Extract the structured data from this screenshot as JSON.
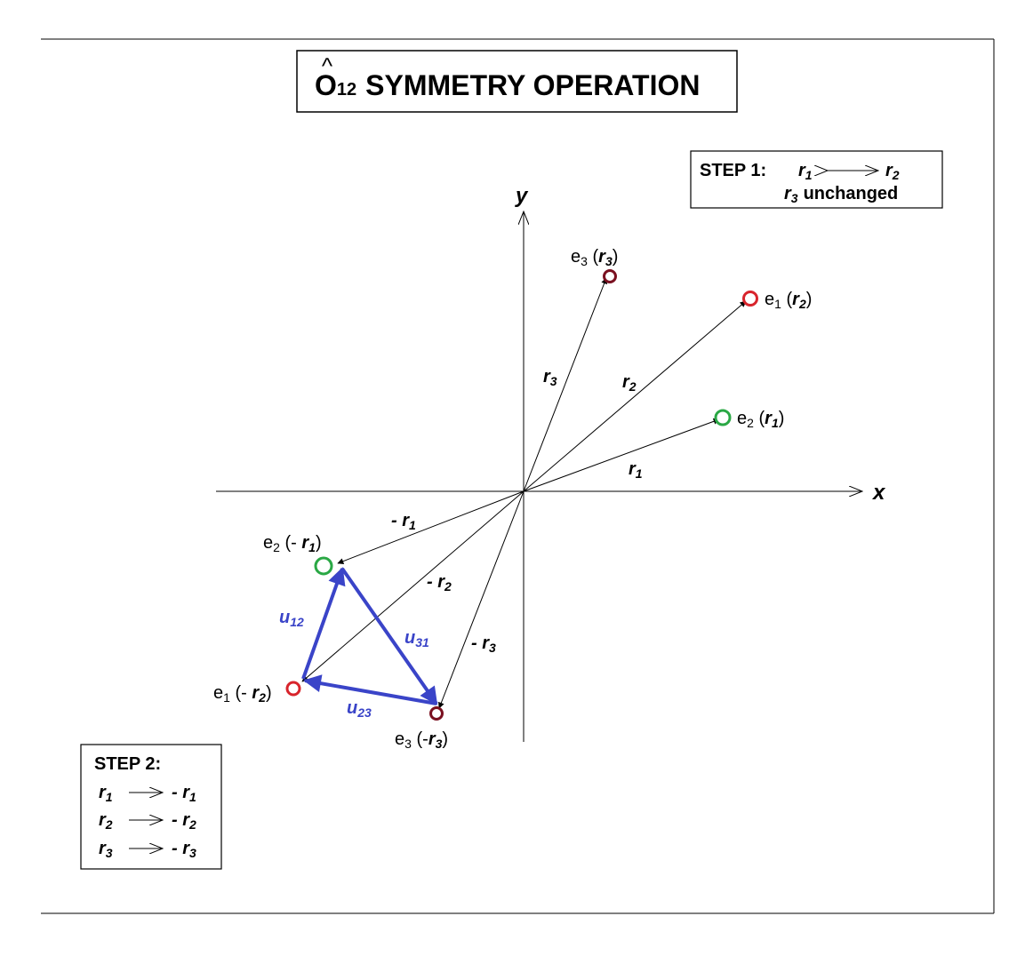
{
  "title": {
    "operator": "O",
    "subscript": "12",
    "text": "SYMMETRY OPERATION"
  },
  "axes": {
    "x": "x",
    "y": "y"
  },
  "step1": {
    "label": "STEP 1:",
    "line1_left": "r",
    "line1_left_sub": "1",
    "line1_right": "r",
    "line1_right_sub": "2",
    "line2_var": "r",
    "line2_var_sub": "3",
    "line2_text": "unchanged"
  },
  "step2": {
    "label": "STEP 2:",
    "rows": [
      {
        "from": "r",
        "from_sub": "1",
        "to": "- r",
        "to_sub": "1"
      },
      {
        "from": "r",
        "from_sub": "2",
        "to": "- r",
        "to_sub": "2"
      },
      {
        "from": "r",
        "from_sub": "3",
        "to": "- r",
        "to_sub": "3"
      }
    ]
  },
  "vectors": {
    "r1": {
      "name": "r",
      "sub": "1"
    },
    "r2": {
      "name": "r",
      "sub": "2"
    },
    "r3": {
      "name": "r",
      "sub": "3"
    },
    "neg_r1": {
      "name": "- r",
      "sub": "1"
    },
    "neg_r2": {
      "name": "- r",
      "sub": "2"
    },
    "neg_r3": {
      "name": "- r",
      "sub": "3"
    }
  },
  "points": {
    "e3_r3": {
      "e": "e",
      "e_sub": "3",
      "open": " (",
      "r": "r",
      "r_sub": "3",
      "close": ")"
    },
    "e1_r2": {
      "e": "e",
      "e_sub": "1",
      "open": " (",
      "r": "r",
      "r_sub": "2",
      "close": ")"
    },
    "e2_r1": {
      "e": "e",
      "e_sub": "2",
      "open": " (",
      "r": "r",
      "r_sub": "1",
      "close": ")"
    },
    "e2_neg_r1": {
      "e": "e",
      "e_sub": "2",
      "open": " (- ",
      "r": "r",
      "r_sub": "1",
      "close": ")"
    },
    "e1_neg_r2": {
      "e": "e",
      "e_sub": "1",
      "open": " (- ",
      "r": "r",
      "r_sub": "2",
      "close": ")"
    },
    "e3_neg_r3": {
      "e": "e",
      "e_sub": "3",
      "open": " (-",
      "r": "r",
      "r_sub": "3",
      "close": ")"
    }
  },
  "u_vectors": {
    "u12": {
      "name": "u",
      "sub": "12"
    },
    "u23": {
      "name": "u",
      "sub": "23"
    },
    "u31": {
      "name": "u",
      "sub": "31"
    }
  },
  "colors": {
    "ink": "#000000",
    "u_blue": "#3a44c8",
    "point_red": "#d8242c",
    "point_green": "#2aa845",
    "point_darkred": "#7a1020"
  }
}
